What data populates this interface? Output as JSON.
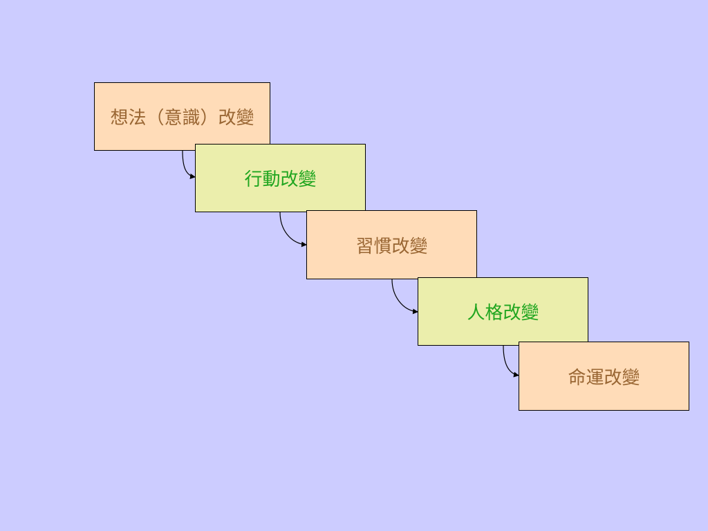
{
  "steps": [
    {
      "label": "想法（意識）改變"
    },
    {
      "label": "行動改變"
    },
    {
      "label": "習慣改變"
    },
    {
      "label": "人格改變"
    },
    {
      "label": "命運改變"
    }
  ],
  "colors": {
    "background": "#ccccff",
    "peach_box": "#ffdcb8",
    "peach_text": "#996633",
    "lime_box": "#ebeeac",
    "lime_text": "#1fa51f"
  }
}
